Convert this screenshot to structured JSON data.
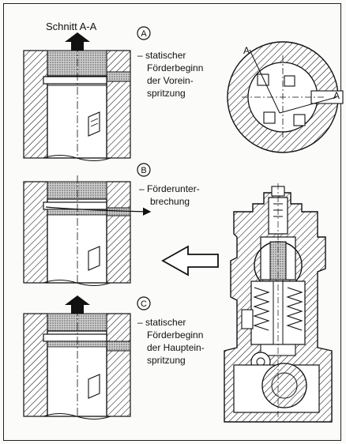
{
  "section_title": "Schnitt A-A",
  "section_marker_left": "A",
  "section_marker_right": "A",
  "states": [
    {
      "marker": "A",
      "line1": "– statischer",
      "line2": "Förderbeginn",
      "line3": "der Vorein-",
      "line4": "spritzung"
    },
    {
      "marker": "B",
      "line1": "– Förderunter-",
      "line2": "brechung"
    },
    {
      "marker": "C",
      "line1": "– statischer",
      "line2": "Förderbeginn",
      "line3": "der Hauptein-",
      "line4": "spritzung"
    }
  ],
  "colors": {
    "ink": "#111111",
    "paper": "#fbfbfa",
    "stipple": "#8a8a8a"
  }
}
